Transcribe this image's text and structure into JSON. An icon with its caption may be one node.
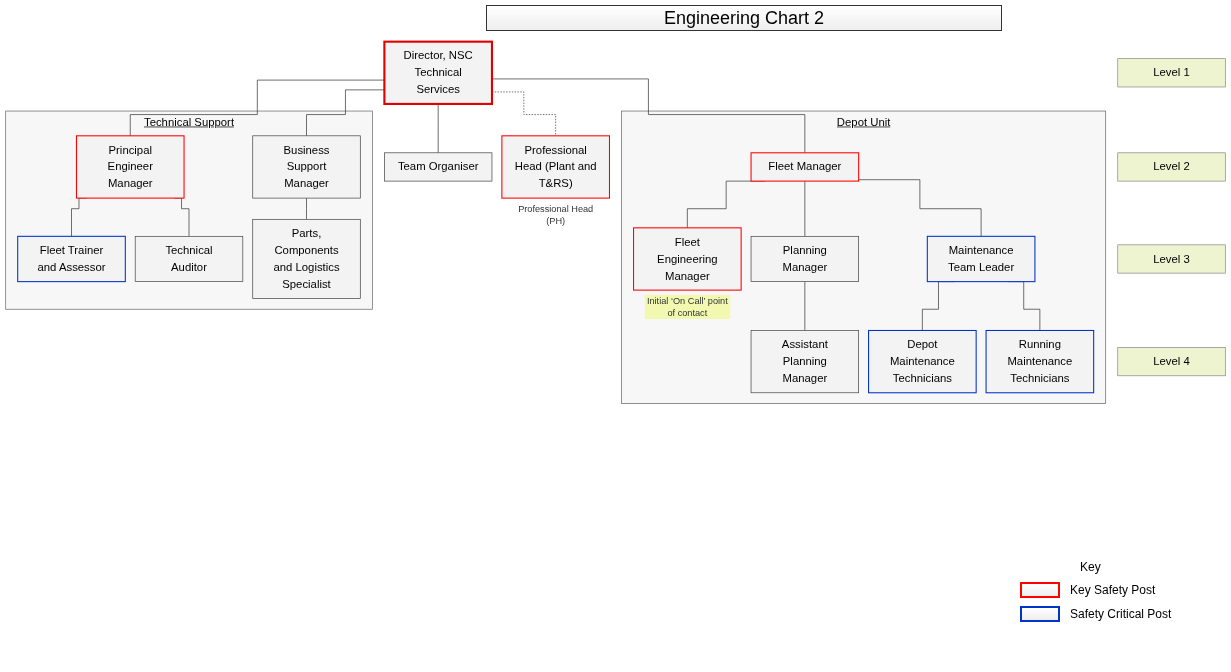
{
  "diagram": {
    "title": "Engineering Chart 2",
    "nodes": [
      {
        "text": [
          "Director, NSC Technical Services"
        ]
      },
      {
        "text": [
          "Team Organiser"
        ]
      },
      {
        "text": [
          "Depot Unit"
        ]
      },
      {
        "text": [
          "Fleet Manager"
        ],
        "in": 2
      },
      {
        "text": [
          "Fleet Engineering Manager"
        ],
        "in": 2,
        "beside": [
          "Initial ‘On Call’ point of contact"
        ]
      },
      {
        "text": [
          "Planning Manager"
        ],
        "in": 2
      },
      {
        "text": [
          "Maintenance Team Leader"
        ],
        "in": 2
      },
      {
        "text": [
          "Assistant Planning Manager"
        ],
        "in": 2
      },
      {
        "text": [
          "Depot Maintenance Technicians"
        ],
        "in": 2
      },
      {
        "text": [
          "Running Maintenance Technicians"
        ],
        "in": 2
      },
      {
        "text": [
          "Technical Support"
        ]
      },
      {
        "text": [
          "Principal Engineer Manager"
        ],
        "in": 10
      },
      {
        "text": [
          "Business Support Manager"
        ],
        "in": 10
      },
      {
        "text": [
          "Fleet Trainer and Assessor"
        ],
        "in": 10
      },
      {
        "text": [
          "Technical Auditor"
        ],
        "in": 10
      },
      {
        "text": [
          "Parts, Components and Logistics Specialist"
        ],
        "in": 10
      },
      {
        "text": [
          "Professional Head (Plant and T&RS)"
        ],
        "beside": [
          "Professional Head (PH)"
        ]
      },
      {
        "text": [
          "Level 1"
        ]
      },
      {
        "text": [
          "Level 2"
        ]
      },
      {
        "text": [
          "Level 3"
        ]
      },
      {
        "text": [
          "Level 4"
        ]
      }
    ],
    "edges": [
      {
        "from": 0,
        "to": 1,
        "arrow": "none"
      },
      {
        "from": 0,
        "to": 3,
        "arrow": "none"
      },
      {
        "from": 0,
        "to": 11,
        "arrow": "none"
      },
      {
        "from": 0,
        "to": 12,
        "arrow": "none"
      },
      {
        "from": 0,
        "to": 16,
        "arrow": "none",
        "style": "dashed"
      },
      {
        "from": 3,
        "to": 4,
        "arrow": "none"
      },
      {
        "from": 3,
        "to": 5,
        "arrow": "none"
      },
      {
        "from": 3,
        "to": 6,
        "arrow": "none"
      },
      {
        "from": 5,
        "to": 7,
        "arrow": "none"
      },
      {
        "from": 6,
        "to": 8,
        "arrow": "none"
      },
      {
        "from": 6,
        "to": 9,
        "arrow": "none"
      },
      {
        "from": 11,
        "to": 13,
        "arrow": "none"
      },
      {
        "from": 11,
        "to": 14,
        "arrow": "none"
      },
      {
        "from": 12,
        "to": 15,
        "arrow": "none"
      }
    ],
    "labels": [
      "Key"
    ],
    "legend": [
      {
        "text": "Key Safety Post",
        "color": "#ff0000"
      },
      {
        "text": "Safety Critical Post",
        "color": "#0033cc"
      }
    ]
  }
}
